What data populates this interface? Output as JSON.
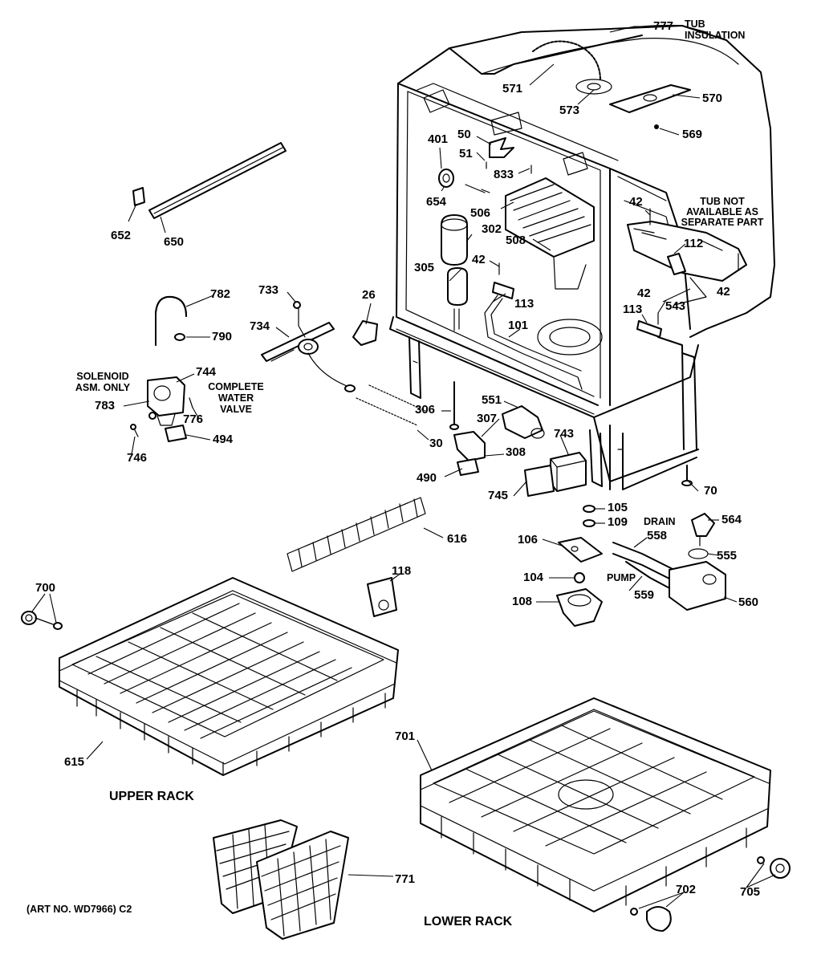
{
  "parts": [
    {
      "id": "p777",
      "label": "777"
    },
    {
      "id": "p571",
      "label": "571"
    },
    {
      "id": "p573",
      "label": "573"
    },
    {
      "id": "p570",
      "label": "570"
    },
    {
      "id": "p569",
      "label": "569"
    },
    {
      "id": "p50",
      "label": "50"
    },
    {
      "id": "p401",
      "label": "401"
    },
    {
      "id": "p51",
      "label": "51"
    },
    {
      "id": "p833",
      "label": "833"
    },
    {
      "id": "p654",
      "label": "654"
    },
    {
      "id": "p506",
      "label": "506"
    },
    {
      "id": "p302",
      "label": "302"
    },
    {
      "id": "p508",
      "label": "508"
    },
    {
      "id": "p305",
      "label": "305"
    },
    {
      "id": "p42a",
      "label": "42"
    },
    {
      "id": "p42b",
      "label": "42"
    },
    {
      "id": "p42c",
      "label": "42"
    },
    {
      "id": "p42d",
      "label": "42"
    },
    {
      "id": "p112",
      "label": "112"
    },
    {
      "id": "p543",
      "label": "543"
    },
    {
      "id": "p113a",
      "label": "113"
    },
    {
      "id": "p113b",
      "label": "113"
    },
    {
      "id": "p101",
      "label": "101"
    },
    {
      "id": "p652",
      "label": "652"
    },
    {
      "id": "p650",
      "label": "650"
    },
    {
      "id": "p782",
      "label": "782"
    },
    {
      "id": "p790",
      "label": "790"
    },
    {
      "id": "p733",
      "label": "733"
    },
    {
      "id": "p734",
      "label": "734"
    },
    {
      "id": "p26",
      "label": "26"
    },
    {
      "id": "p744",
      "label": "744"
    },
    {
      "id": "p783",
      "label": "783"
    },
    {
      "id": "p776",
      "label": "776"
    },
    {
      "id": "p494",
      "label": "494"
    },
    {
      "id": "p746",
      "label": "746"
    },
    {
      "id": "p306",
      "label": "306"
    },
    {
      "id": "p551",
      "label": "551"
    },
    {
      "id": "p307",
      "label": "307"
    },
    {
      "id": "p30",
      "label": "30"
    },
    {
      "id": "p743",
      "label": "743"
    },
    {
      "id": "p308",
      "label": "308"
    },
    {
      "id": "p490",
      "label": "490"
    },
    {
      "id": "p745",
      "label": "745"
    },
    {
      "id": "p70",
      "label": "70"
    },
    {
      "id": "p105",
      "label": "105"
    },
    {
      "id": "p109",
      "label": "109"
    },
    {
      "id": "p564",
      "label": "564"
    },
    {
      "id": "p558",
      "label": "558"
    },
    {
      "id": "p106",
      "label": "106"
    },
    {
      "id": "p555",
      "label": "555"
    },
    {
      "id": "p616",
      "label": "616"
    },
    {
      "id": "p118",
      "label": "118"
    },
    {
      "id": "p104",
      "label": "104"
    },
    {
      "id": "p559",
      "label": "559"
    },
    {
      "id": "p108",
      "label": "108"
    },
    {
      "id": "p560",
      "label": "560"
    },
    {
      "id": "p700",
      "label": "700"
    },
    {
      "id": "p615",
      "label": "615"
    },
    {
      "id": "p701",
      "label": "701"
    },
    {
      "id": "p771",
      "label": "771"
    },
    {
      "id": "p702",
      "label": "702"
    },
    {
      "id": "p705",
      "label": "705"
    }
  ],
  "notes": {
    "tub_insulation_1": "TUB",
    "tub_insulation_2": "INSULATION",
    "tub_not_1": "TUB NOT",
    "tub_not_2": "AVAILABLE AS",
    "tub_not_3": "SEPARATE PART",
    "solenoid_1": "SOLENOID",
    "solenoid_2": "ASM. ONLY",
    "complete_1": "COMPLETE",
    "complete_2": "WATER",
    "complete_3": "VALVE",
    "drain": "DRAIN",
    "pump": "PUMP"
  },
  "sections": {
    "upper_rack": "UPPER RACK",
    "lower_rack": "LOWER RACK"
  },
  "art_number": "(ART NO. WD7966) C2"
}
